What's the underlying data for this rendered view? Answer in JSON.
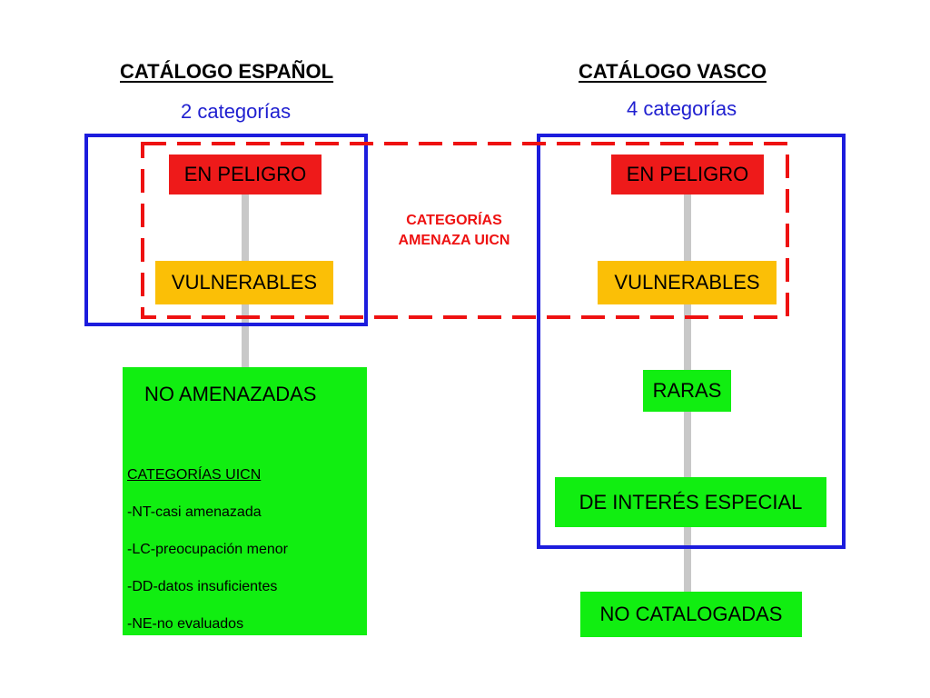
{
  "left": {
    "title": "CATÁLOGO ESPAÑOL",
    "subtitle": "2 categorías",
    "categories": [
      "EN PELIGRO",
      "VULNERABLES"
    ],
    "others": {
      "title": "NO AMENAZADAS",
      "subtitle": "CATEGORÍAS UICN",
      "items": [
        "-NT-casi amenazada",
        "-LC-preocupación menor",
        "-DD-datos insuficientes",
        "-NE-no evaluados"
      ]
    }
  },
  "right": {
    "title": "CATÁLOGO VASCO",
    "subtitle": "4 categorías",
    "categories": [
      "EN PELIGRO",
      "VULNERABLES",
      "RARAS",
      "DE INTERÉS ESPECIAL"
    ],
    "uncataloged": "NO CATALOGADAS"
  },
  "threat_group": {
    "label_line1": "CATEGORÍAS",
    "label_line2": "AMENAZA UICN"
  },
  "colors": {
    "en_peligro": "#ee1a1a",
    "vulnerables": "#fbbf06",
    "other": "#11ee11",
    "frame": "#1c1cdd",
    "threat_frame": "#ee1111",
    "connector": "#c8c8c8"
  }
}
